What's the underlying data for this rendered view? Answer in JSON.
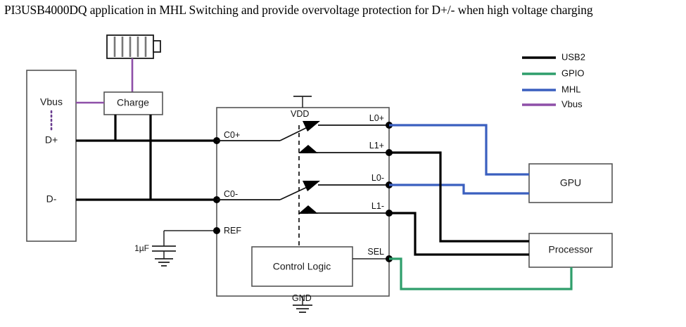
{
  "title": "PI3USB4000DQ application in MHL Switching and provide overvoltage protection for D+/- when high voltage charging",
  "legend": {
    "items": [
      {
        "label": "USB2",
        "color": "#000000",
        "name": "usb2"
      },
      {
        "label": "GPIO",
        "color": "#2e9e6b",
        "name": "gpio"
      },
      {
        "label": "MHL",
        "color": "#3a5fbf",
        "name": "mhl"
      },
      {
        "label": "Vbus",
        "color": "#8e4fa8",
        "name": "vbus"
      }
    ]
  },
  "connector": {
    "pins": [
      "Vbus",
      "D+",
      "D-"
    ]
  },
  "charger": {
    "label": "Charge"
  },
  "battery": {
    "name": "battery-symbol",
    "segments": 5
  },
  "capacitor": {
    "value": "1µF"
  },
  "ic": {
    "left_pins": [
      "C0+",
      "C0-",
      "REF"
    ],
    "right_pins": [
      "L0+",
      "L1+",
      "L0-",
      "L1-",
      "SEL"
    ],
    "top_pin": "VDD",
    "bottom_pin": "GND",
    "control_logic": "Control Logic"
  },
  "blocks": {
    "gpu": "GPU",
    "processor": "Processor"
  }
}
